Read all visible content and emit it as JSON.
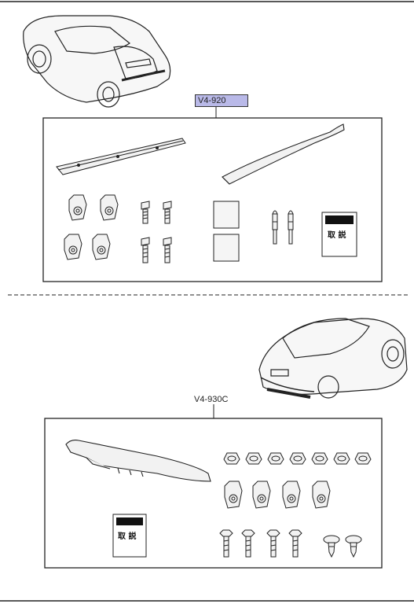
{
  "kits": [
    {
      "part_number": "V4-920"
    },
    {
      "part_number": "V4-930C"
    }
  ],
  "manual_label": "取 説",
  "colors": {
    "highlight": "#b9b9e8",
    "line": "#222222"
  }
}
